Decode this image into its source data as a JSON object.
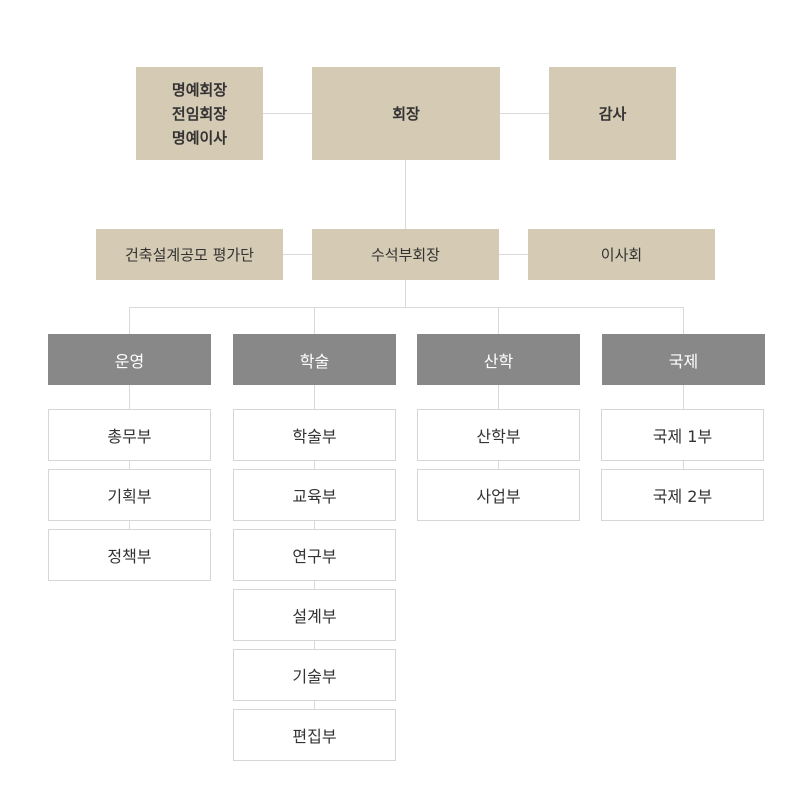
{
  "top": {
    "honorary": [
      "명예회장",
      "전임회장",
      "명예이사"
    ],
    "president": "회장",
    "auditor": "감사"
  },
  "middle": {
    "evaluation": "건축설계공모 평가단",
    "senior_vp": "수석부회장",
    "board": "이사회"
  },
  "departments": [
    {
      "name": "운영",
      "units": [
        "총무부",
        "기획부",
        "정책부"
      ]
    },
    {
      "name": "학술",
      "units": [
        "학술부",
        "교육부",
        "연구부",
        "설계부",
        "기술부",
        "편집부"
      ]
    },
    {
      "name": "산학",
      "units": [
        "산학부",
        "사업부"
      ]
    },
    {
      "name": "국제",
      "units": [
        "국제 1부",
        "국제 2부"
      ]
    }
  ],
  "colors": {
    "top_box": "#d5cab3",
    "dept_box": "#888888",
    "unit_border": "#d6d6d6",
    "connector": "#d9d9d9"
  }
}
